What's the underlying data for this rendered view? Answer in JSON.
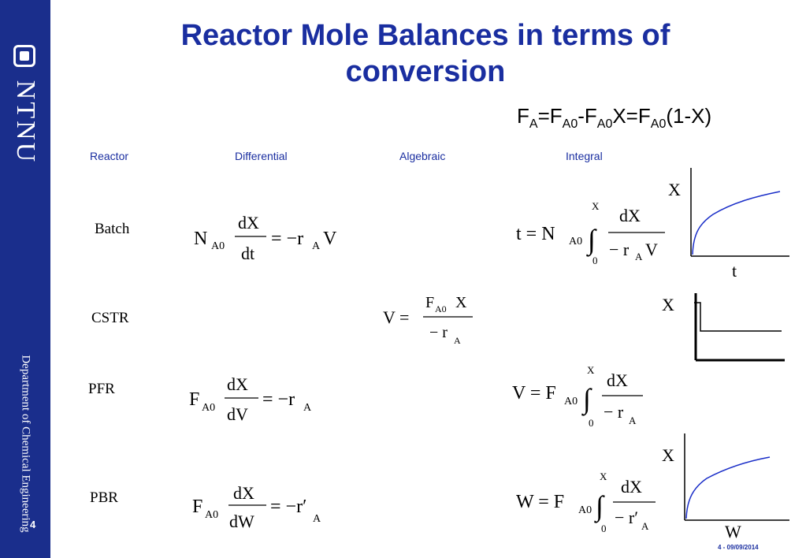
{
  "sidebar": {
    "logo_text": "NTNU",
    "department": "Department of Chemical Engineering",
    "page_number": "4"
  },
  "title": {
    "line1": "Reactor Mole Balances in terms of",
    "line2": "conversion"
  },
  "flow_equation": {
    "F1": "F",
    "s1": "A",
    "eq1": "=F",
    "s2": "A0",
    "m1": "-F",
    "s3": "A0",
    "x1": "X=F",
    "s4": "A0",
    "tail": "(1-X)"
  },
  "columns": [
    "Reactor",
    "Differential",
    "Algebraic",
    "Integral"
  ],
  "rows": [
    "Batch",
    "CSTR",
    "PFR",
    "PBR"
  ],
  "equations": {
    "batch_diff": {
      "lhs": "N",
      "lhs_sub": "A0",
      "num": "dX",
      "den": "dt",
      "rhs": "= −r",
      "rhs_sub": "A",
      "rhs_tail": "V"
    },
    "batch_int": {
      "lhs": "t = N",
      "lhs_sub": "A0",
      "upper": "X",
      "lower": "0",
      "num": "dX",
      "den": "− r",
      "den_sub": "A",
      "den_tail": "V"
    },
    "cstr_alg": {
      "lhs": "V =",
      "num": "F",
      "num_sub": "A0",
      "num_tail": "X",
      "den": "− r",
      "den_sub": "A"
    },
    "pfr_diff": {
      "lhs": "F",
      "lhs_sub": "A0",
      "num": "dX",
      "den": "dV",
      "rhs": "= −r",
      "rhs_sub": "A"
    },
    "pfr_int": {
      "lhs": "V = F",
      "lhs_sub": "A0",
      "upper": "X",
      "lower": "0",
      "num": "dX",
      "den": "− r",
      "den_sub": "A"
    },
    "pbr_diff": {
      "lhs": "F",
      "lhs_sub": "A0",
      "num": "dX",
      "den": "dW",
      "rhs": "= −r′",
      "rhs_sub": "A"
    },
    "pbr_int": {
      "lhs": "W = F",
      "lhs_sub": "A0",
      "upper": "X",
      "lower": "0",
      "num": "dX",
      "den": "− r′",
      "den_sub": "A"
    }
  },
  "graphs": {
    "batch": {
      "y_label": "X",
      "x_label": "t"
    },
    "cstr": {
      "y_label": "X"
    },
    "pbr": {
      "y_label": "X",
      "x_label": "W"
    }
  },
  "colors": {
    "sidebar": "#1a2e8c",
    "title": "#1a2ea0",
    "curve": "#1a2ec8"
  },
  "footer": {
    "date": "4 - 09/09/2014"
  }
}
